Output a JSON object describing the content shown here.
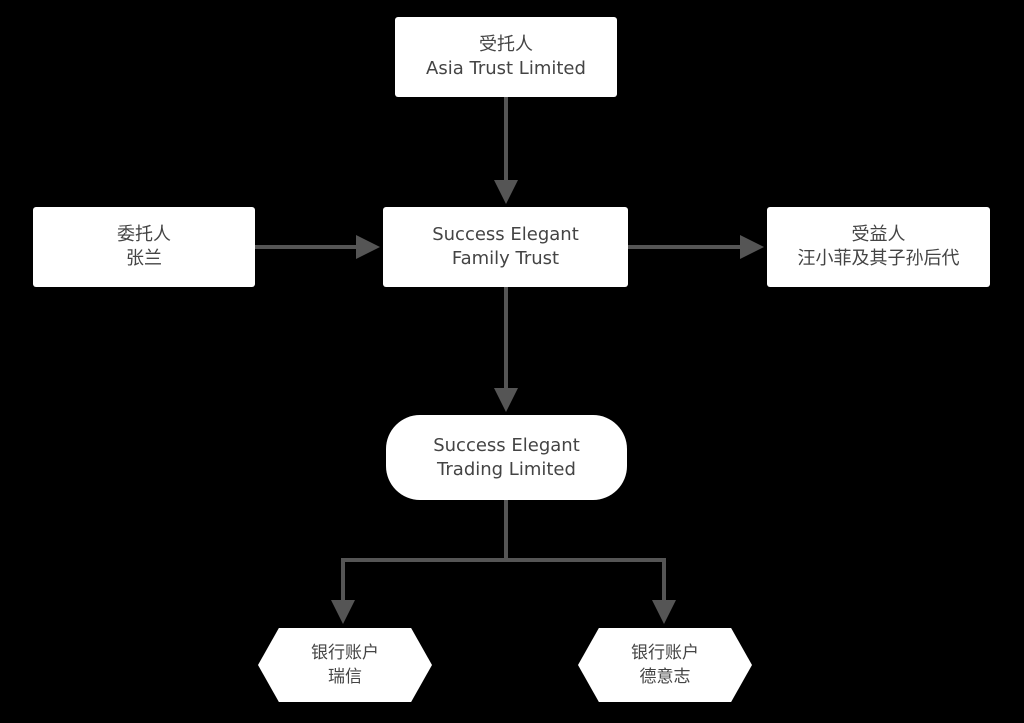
{
  "nodes": {
    "trustee": {
      "role": "受托人",
      "name": "Asia Trust Limited"
    },
    "settlor": {
      "role": "委托人",
      "name": "张兰"
    },
    "trust": {
      "line1": "Success Elegant",
      "line2": "Family Trust"
    },
    "beneficiary": {
      "role": "受益人",
      "name": "汪小菲及其子孙后代"
    },
    "company": {
      "line1": "Success Elegant",
      "line2": "Trading Limited"
    },
    "account_swiss": {
      "role": "银行账户",
      "name": "瑞信"
    },
    "account_deutsche": {
      "role": "银行账户",
      "name": "德意志"
    }
  },
  "colors": {
    "background": "#000000",
    "node": "#ffffff",
    "connector": "#555555",
    "text": "#444444"
  }
}
